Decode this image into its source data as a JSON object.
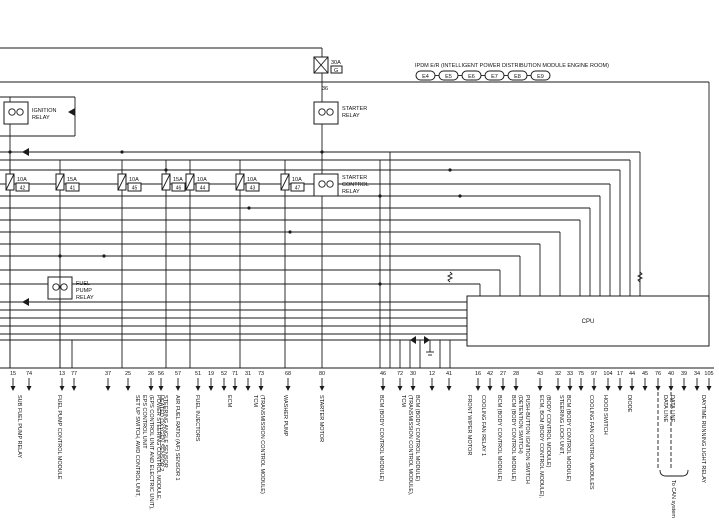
{
  "header": {
    "module_title": "IPDM E/R (INTELLIGENT POWER DISTRIBUTION MODULE ENGINE ROOM)",
    "connectors": [
      "E4",
      "E5",
      "E6",
      "E7",
      "E8",
      "E9"
    ]
  },
  "top_fuse": {
    "rating": "30A",
    "id": "G",
    "terminal": "36"
  },
  "relays": {
    "ignition": [
      "IGNITION",
      "RELAY"
    ],
    "starter": [
      "STARTER",
      "RELAY"
    ],
    "starter_control": [
      "STARTER",
      "CONTROL",
      "RELAY"
    ],
    "fuel_pump": [
      "FUEL",
      "PUMP",
      "RELAY"
    ]
  },
  "fuses": [
    {
      "rating": "10A",
      "id": "42"
    },
    {
      "rating": "15A",
      "id": "41"
    },
    {
      "rating": "10A",
      "id": "45"
    },
    {
      "rating": "15A",
      "id": "46"
    },
    {
      "rating": "10A",
      "id": "44"
    },
    {
      "rating": "10A",
      "id": "43"
    },
    {
      "rating": "10A",
      "id": "47"
    }
  ],
  "cpu_label": "CPU",
  "terminals": [
    "15",
    "74",
    "13",
    "77",
    "37",
    "25",
    "26",
    "56",
    "57",
    "51",
    "19",
    "52",
    "71",
    "31",
    "73",
    "68",
    "80",
    "46",
    "72",
    "30",
    "12",
    "41",
    "16",
    "42",
    "27",
    "28",
    "43",
    "32",
    "33",
    "75",
    "97",
    "104",
    "17",
    "44",
    "45",
    "76",
    "40",
    "39",
    "34",
    "105"
  ],
  "destinations": [
    [
      "SUB FUEL PUMP RELAY"
    ],
    [
      "FUEL PUMP CONTROL MODULE"
    ],
    [
      "SET UP SWITCH, AWD CONTROL UNIT,",
      "EPS CONTROL UNIT",
      "(EPS CONTROL UNIT AND ELECTRIC UNIT),",
      "POWER STEERING CONTROL MODULE,",
      "STEERING ANGLE SENSOR"
    ],
    [
      "HEATED OXYGEN SENSOR 2"
    ],
    [
      "AIR FUEL RATIO (A/F) SENSOR 1"
    ],
    [
      "FUEL INJECTORS"
    ],
    [
      "ECM"
    ],
    [
      "TCM",
      "(TRANSMISSION CONTROL MODULE)"
    ],
    [
      "WASHER PUMP"
    ],
    [
      "STARTER MOTOR"
    ],
    [
      "BCM (BODY CONTROL MODULE)"
    ],
    [
      "TCM",
      "(TRANSMISSION CONTROL MODULE),",
      "BCM (BODY CONTROL MODULE)"
    ],
    [
      "FRONT WIPER MOTOR"
    ],
    [
      "COOLING FAN RELAY 1"
    ],
    [
      "BCM (BODY CONTROL MODULE)"
    ],
    [
      "BCM (BODY CONTROL MODULE)",
      "(DETENTION SWITCH)",
      "PUSH-BUTTON IGNITION SWITCH"
    ],
    [
      "ECM, BCM (BODY CONTROL MODULE),",
      "(BODY CONTROL MODULE)"
    ],
    [
      "STEERING LOCK UNIT,",
      "BCM (BODY CONTROL MODULE)"
    ],
    [
      "COOLING FAN CONTROL MODULES"
    ],
    [
      "HOOD SWITCH"
    ],
    [
      "DIODE"
    ],
    [
      "DATA LINE",
      "DATA LINE"
    ],
    [
      "DAYTIME RUNNING LIGHT RELAY"
    ]
  ],
  "can_label": "To CAN system"
}
